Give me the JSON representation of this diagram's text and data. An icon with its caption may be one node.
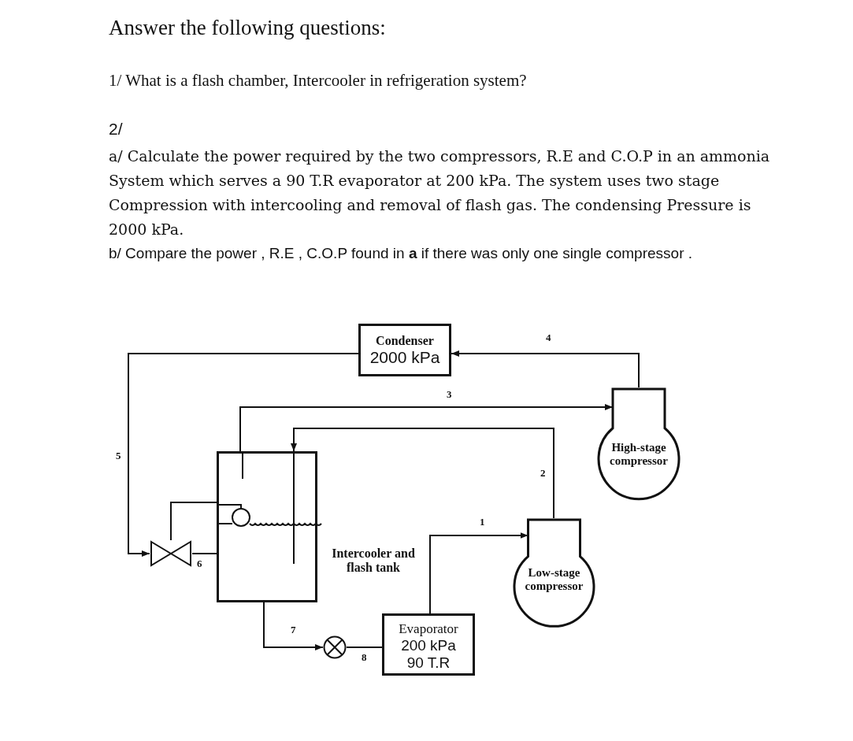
{
  "diagram": {
    "title": "Answer the following questions:",
    "nodes": [
      {
        "text": [
          "Condenser",
          "2000 kPa"
        ]
      },
      {
        "text": [
          "High-stage compressor"
        ]
      },
      {
        "text": [
          "Intercooler and flash tank"
        ]
      },
      {
        "text": [],
        "shape": "valve"
      },
      {
        "text": [
          "Low-stage compressor"
        ]
      },
      {
        "text": [
          "Evaporator",
          "200 kPa",
          "90 T.R"
        ]
      },
      {
        "text": [],
        "shape": "valve"
      }
    ],
    "edges": [
      {
        "from": 5,
        "to": 4,
        "arrow": "to",
        "label": "1"
      },
      {
        "from": 4,
        "to": 2,
        "arrow": "to",
        "label": "2"
      },
      {
        "from": 2,
        "to": 1,
        "arrow": "to",
        "label": "3"
      },
      {
        "from": 1,
        "to": 0,
        "arrow": "to",
        "label": "4"
      },
      {
        "from": 0,
        "to": 3,
        "arrow": "to",
        "label": "5"
      },
      {
        "from": 3,
        "to": 2,
        "arrow": "none",
        "label": "6"
      },
      {
        "from": 2,
        "to": 6,
        "arrow": "to",
        "label": "7"
      },
      {
        "from": 6,
        "to": 5,
        "arrow": "none",
        "label": "8"
      },
      {
        "from": 3,
        "to": 2,
        "arrow": "none"
      }
    ],
    "labels": [
      "1/ What is a flash chamber, Intercooler in refrigeration system?",
      "2/",
      "a/ Calculate the power required by the two compressors, R.E and C.O.P  in an ammonia System which serves a 90 T.R evaporator at 200 kPa. The system uses two stage Compression with intercooling and removal of flash gas. The condensing Pressure is 2000 kPa.",
      "b/ Compare the power , R.E , C.O.P found  in **a** if there was only one single compressor ."
    ]
  }
}
